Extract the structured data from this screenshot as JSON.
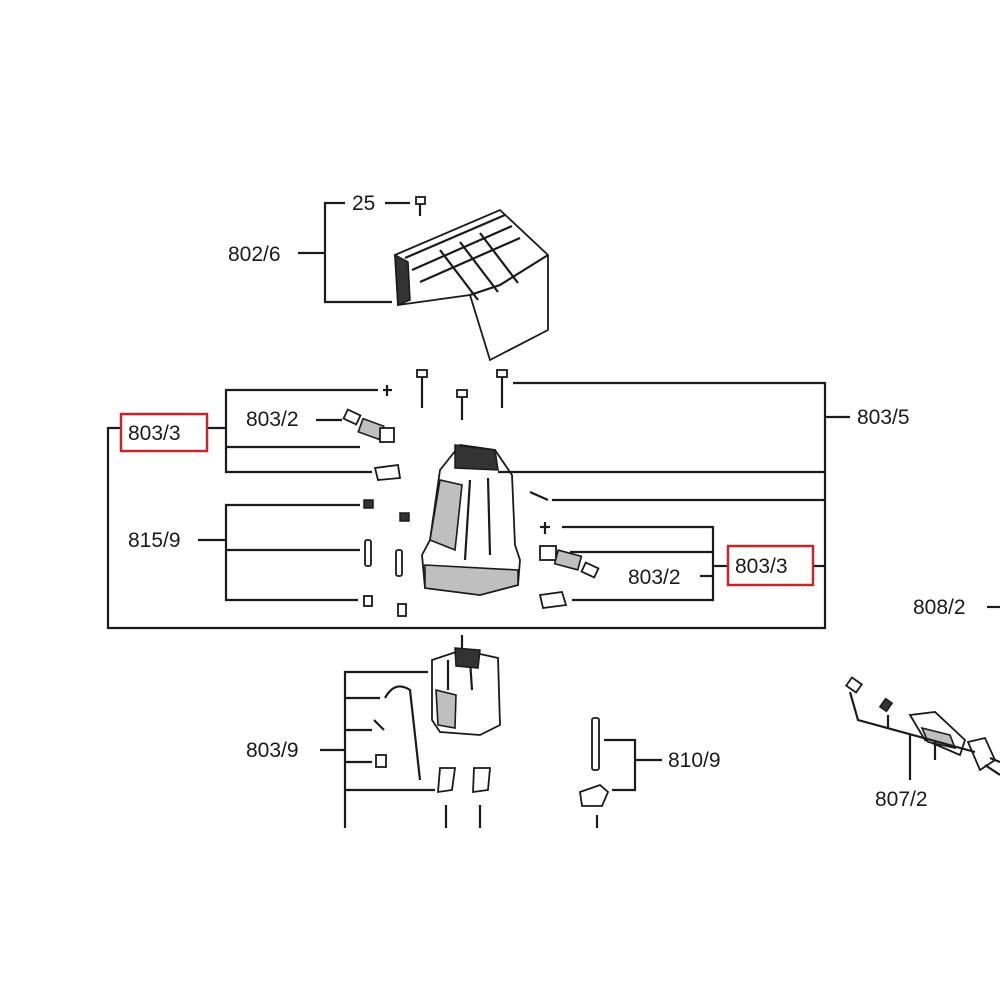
{
  "labels": {
    "top_screw": "25",
    "cover": "802/6",
    "brush_holder_left": "803/2",
    "brush_set_left": "803/3",
    "housing": "803/5",
    "small_parts": "815/9",
    "brush_set_right": "803/3",
    "brush_holder_right": "803/2",
    "right_assembly": "808/2",
    "field_parts": "803/9",
    "pin_clip": "810/9",
    "cable_set": "807/2"
  },
  "colors": {
    "line": "#1a1a1a",
    "highlight": "#c0282d",
    "part_fill": "#ffffff",
    "part_shade": "#bfbfbf"
  }
}
